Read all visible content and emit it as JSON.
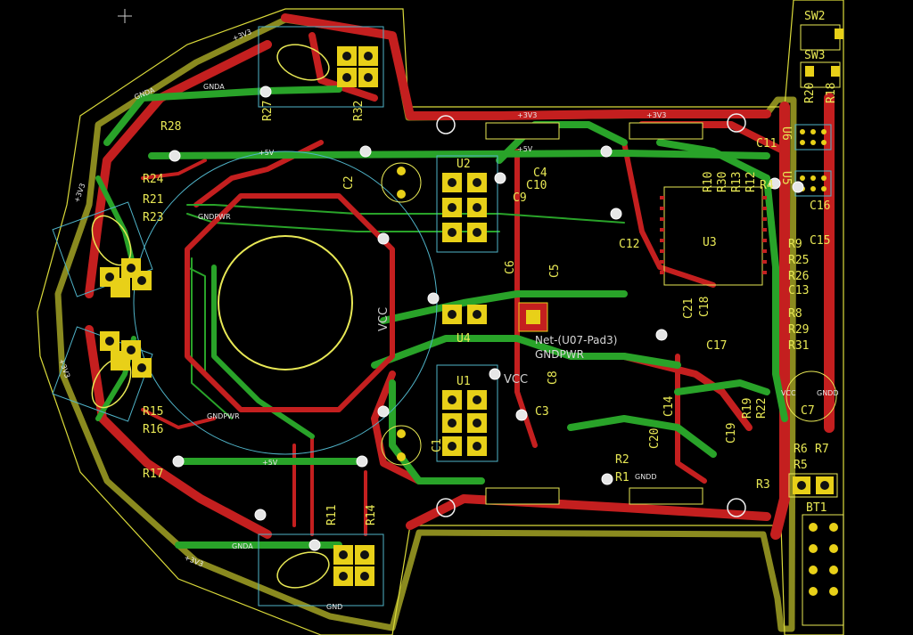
{
  "app": {
    "view": "pcb-layout"
  },
  "refs": {
    "SW2": "SW2",
    "SW3": "SW3",
    "R20": "R20",
    "R18": "R18",
    "C11": "C11",
    "U6": "U6",
    "U5": "U5",
    "C16": "C16",
    "C15": "C15",
    "R9": "R9",
    "R25": "R25",
    "R26": "R26",
    "C13": "C13",
    "R8": "R8",
    "R29": "R29",
    "R31": "R31",
    "C7": "C7",
    "R6": "R6",
    "R7": "R7",
    "R5": "R5",
    "R3": "R3",
    "BT1": "BT1",
    "R28": "R28",
    "R27": "R27",
    "R32": "R32",
    "R24": "R24",
    "R21": "R21",
    "R23": "R23",
    "R15": "R15",
    "R16": "R16",
    "R17": "R17",
    "R14": "R14",
    "R11": "R11",
    "C2": "C2",
    "U2": "U2",
    "C4": "C4",
    "C10": "C10",
    "C9": "C9",
    "C1": "C1",
    "U4": "U4",
    "U1": "U1",
    "C3": "C3",
    "C8": "C8",
    "C6": "C6",
    "C5": "C5",
    "U3": "U3",
    "C12": "C12",
    "C21": "C21",
    "C18": "C18",
    "C17": "C17",
    "C14": "C14",
    "C20": "C20",
    "C19": "C19",
    "R2": "R2",
    "R1": "R1",
    "R30": "R30",
    "R13": "R13",
    "R12": "R12",
    "R10": "R10",
    "R4": "R4",
    "R22": "R22",
    "R19": "R19"
  },
  "nets": {
    "plus3v3_top_left": "+3V3",
    "gnda_top": "GNDA",
    "plus5v_top": "+5V",
    "plus3v3_mid": "+3V3",
    "plus3v3_right": "+3V3",
    "plus5v_mid": "+5V",
    "gndpwr_center": "GNDPWR",
    "net_u07": "Net-(U07-Pad3)",
    "vcc_center": "VCC",
    "vcc_left": "VCC",
    "plus5v_bottom": "+5V",
    "gnda_bottom": "GNDA",
    "plus3v3_bottom": "+3V3",
    "plus3v3_left": "+3V3",
    "plus3v3_left2": "+3V3",
    "gnda_left": "GNDA",
    "gndpwr_left": "GNDPWR",
    "gndpwr_top": "GNDPWR",
    "vcc_right": "VCC",
    "gndd_right": "GNDD",
    "gndd_bottom": "GND",
    "gndd_r1": "GNDD"
  },
  "colors": {
    "copper_front": "#c41f1f",
    "copper_back": "#29a329",
    "edge_cuts": "#8a8a1f",
    "silkscreen": "#e8e855",
    "pad": "#e8d018",
    "background": "#000000"
  }
}
